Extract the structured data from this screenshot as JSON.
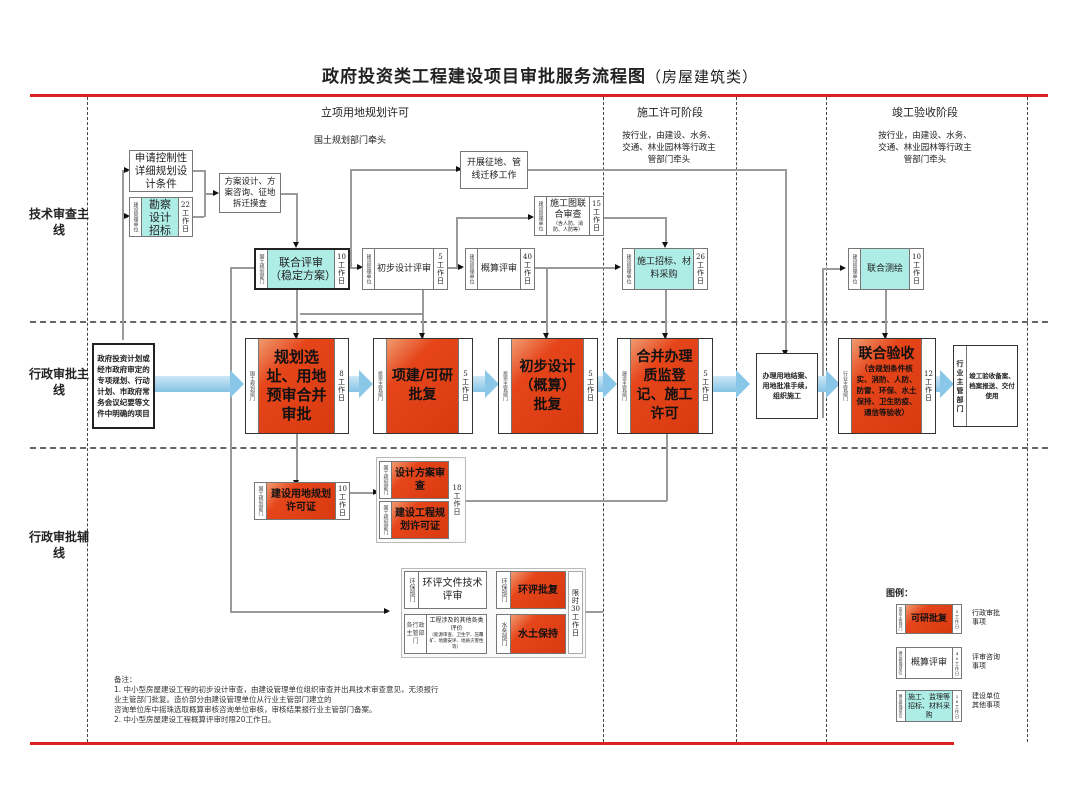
{
  "title": "政府投资类工程建设项目审批服务流程图",
  "subtitle": "（房屋建筑类）",
  "stages": [
    {
      "name": "立项用地规划许可",
      "lead": "国土规划部门牵头"
    },
    {
      "name": "施工许可阶段",
      "lead": "按行业，由建设、水务、交通、林业园林等行政主管部门牵头"
    },
    {
      "name": "竣工验收阶段",
      "lead": "按行业，由建设、水务、交通、林业园林等行政主管部门牵头"
    }
  ],
  "lanes": {
    "tech": "技术审查主线",
    "admin_main": "行政审批主线",
    "admin_aux": "行政审批辅线"
  },
  "tech_nodes": {
    "apply_conditions": {
      "text": "申请控制性详细规划设计条件"
    },
    "survey_bid": {
      "side": "建设管理单位",
      "text": "勘察设计招标",
      "days": "22工作日"
    },
    "scheme_design": {
      "text": "方案设计、方案咨询、征地拆迁摸查"
    },
    "joint_review": {
      "side": "国土规划部门",
      "text": "联合评审（稳定方案）",
      "days": "10工作日"
    },
    "land_clearing": {
      "text": "开展征地、管线迁移工作"
    },
    "prelim_review": {
      "side": "建设管理单位",
      "text": "初步设计评审",
      "days": "5工作日"
    },
    "budget_review": {
      "side": "建设管理单位",
      "text": "概算评审",
      "days": "40工作日"
    },
    "drawing_review": {
      "side": "建设管理单位",
      "text": "施工图联合审查",
      "text_small": "（含人防、消防、人防等）",
      "days": "15工作日"
    },
    "construction_bid": {
      "side": "建设管理单位",
      "text": "施工招标、材料采购",
      "days": "26工作日"
    },
    "joint_survey": {
      "side": "建设管理单位",
      "text": "联合测绘",
      "days": "10工作日"
    }
  },
  "main_nodes": {
    "source": {
      "text": "政府投资计划或经市政府审定的专项规划、行动计划、市政府常务会议纪要等文件中明确的项目"
    },
    "site_selection": {
      "side": "国土规划部门",
      "text": "规划选址、用地预审合并审批",
      "days": "8工作日"
    },
    "project_approval": {
      "side": "投资主管部门",
      "text": "项建/可研批复",
      "days": "5工作日"
    },
    "prelim_approval": {
      "side": "投资主管部门",
      "text": "初步设计（概算）批复",
      "days": "5工作日"
    },
    "construction_permit": {
      "side": "建设主管部门",
      "text": "合并办理质监登记、施工许可",
      "days": "5工作日"
    },
    "land_filing": {
      "text": "办理用地结案、用地批准手续，组织施工"
    },
    "joint_acceptance": {
      "side": "行业主管部门",
      "title": "联合验收",
      "text": "（含规划条件核实、消防、人防、防雷、环保、水土保持、卫生防疫、通信等验收）",
      "days": "12工作日"
    },
    "final_filing": {
      "side": "行业主管部门",
      "text": "竣工验收备案、档案报送、交付使用"
    }
  },
  "aux_nodes": {
    "land_permit": {
      "side": "国土规划部门",
      "text": "建设用地规划许可证",
      "days": "10工作日"
    },
    "design_review": {
      "side": "国土规划部门",
      "text": "设计方案审查"
    },
    "eng_permit": {
      "side": "国土规划部门",
      "text": "建设工程规划许可证"
    },
    "design_group_days": "18工作日",
    "env_tech": {
      "side": "环保部门",
      "text": "环评文件技术评审"
    },
    "env_approval": {
      "side": "环保部门",
      "text": "环评批复"
    },
    "other_eval": {
      "side": "各行政主管部门",
      "text": "工程涉及的其他各类评价",
      "text_small": "（能源审查、卫生学、压覆矿、地震安评、地质灾害性等）"
    },
    "soil_water": {
      "side": "水务部门",
      "text": "水土保持"
    },
    "env_group_days": "限时30工作日"
  },
  "legend": {
    "title": "图例：",
    "items": [
      {
        "side": "投资主管部门",
        "text": "可研批复",
        "days": "5工作日",
        "desc": "行政审批事项",
        "style": "orange"
      },
      {
        "side": "建设管理单位",
        "text": "概算评审",
        "days": "40工作日",
        "desc": "评审咨询事项",
        "style": "white"
      },
      {
        "side": "建设管理单位",
        "text": "施工、监理等招标、材料采购",
        "days": "26工作日",
        "desc": "建设单位其他事项",
        "style": "cyan"
      }
    ]
  },
  "notes": {
    "title": "备注：",
    "lines": [
      "1. 中小型房屋建设工程的初步设计审查，由建设管理单位组织审查并出具技术审查意见，无须报行业主管部门批复。造价部分由建设管理单位从行业主管部门建立的",
      "咨询单位库中摇珠选取概算审核咨询单位审核，审核结果报行业主管部门备案。",
      "2. 中小型房屋建设工程概算评审时限20工作日。"
    ]
  }
}
